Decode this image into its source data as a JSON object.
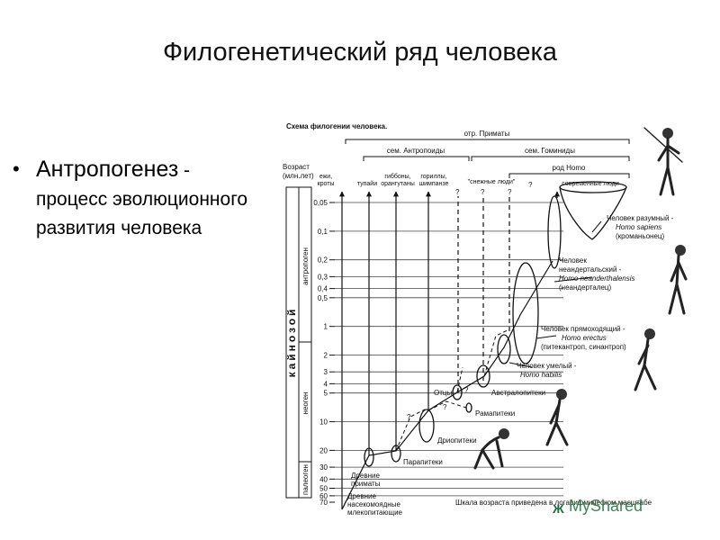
{
  "slide": {
    "title": "Филогенетический ряд человека",
    "bullet_term": "Антропогенез",
    "bullet_dash": " -",
    "bullet_definition": "процесс эволюционного развития человека"
  },
  "diagram": {
    "heading": "Схема филогении человека.",
    "group_primates": "отр. Приматы",
    "group_anthropoids": "сем. Антропоиды",
    "group_hominids": "сем. Гоминиды",
    "group_homo": "род Homo",
    "age_header_1": "Возраст",
    "age_header_2": "(млн.лет)",
    "era": "кайнозой",
    "period_anthropogen": "антропоген",
    "period_neogen": "неоген",
    "period_paleogen": "палеоген",
    "col_hedgehogs_1": "ежи,",
    "col_hedgehogs_2": "кроты",
    "col_tupaia": "тупайи",
    "col_gibbons_1": "гиббоны,",
    "col_gibbons_2": "орангутаны",
    "col_gorillas_1": "гориллы,",
    "col_gorillas_2": "шимпанзе",
    "col_snowmen": "\"снежные люди\"",
    "col_modern": "современные люди",
    "q": "?",
    "ages": [
      "0,05",
      "0,1",
      "0,2",
      "0,3",
      "0,4",
      "0,5",
      "1",
      "2",
      "3",
      "4",
      "5",
      "10",
      "20",
      "30",
      "40",
      "50",
      "60",
      "70"
    ],
    "sapiens_1": "Человек разумный -",
    "sapiens_2": "Homo sapiens",
    "sapiens_3": "(кроманьонец)",
    "neander_1": "Человек",
    "neander_2": "неандертальский -",
    "neander_3": "Homo neanderthalensis",
    "neander_4": "(неандерталец)",
    "erectus_1": "Человек прямоходящий -",
    "erectus_2": "Homo erectus",
    "erectus_3": "(питекантроп, синантроп)",
    "habilis_1": "Человек умелый -",
    "habilis_2": "Homo habilis",
    "australo": "Австралопитеки",
    "otsy": "Отцы",
    "ramapith": "Рамапитеки",
    "dryopith": "Дриопитеки",
    "parapith": "Парапитеки",
    "anc_primates_1": "Древние",
    "anc_primates_2": "приматы",
    "anc_insect_1": "Древние",
    "anc_insect_2": "насекомоядные",
    "anc_insect_3": "млекопитающие",
    "footnote": "Шкала возраста приведена в логарифмическом масштабе",
    "watermark": "MyShared",
    "watermark_mark": "Ж"
  }
}
